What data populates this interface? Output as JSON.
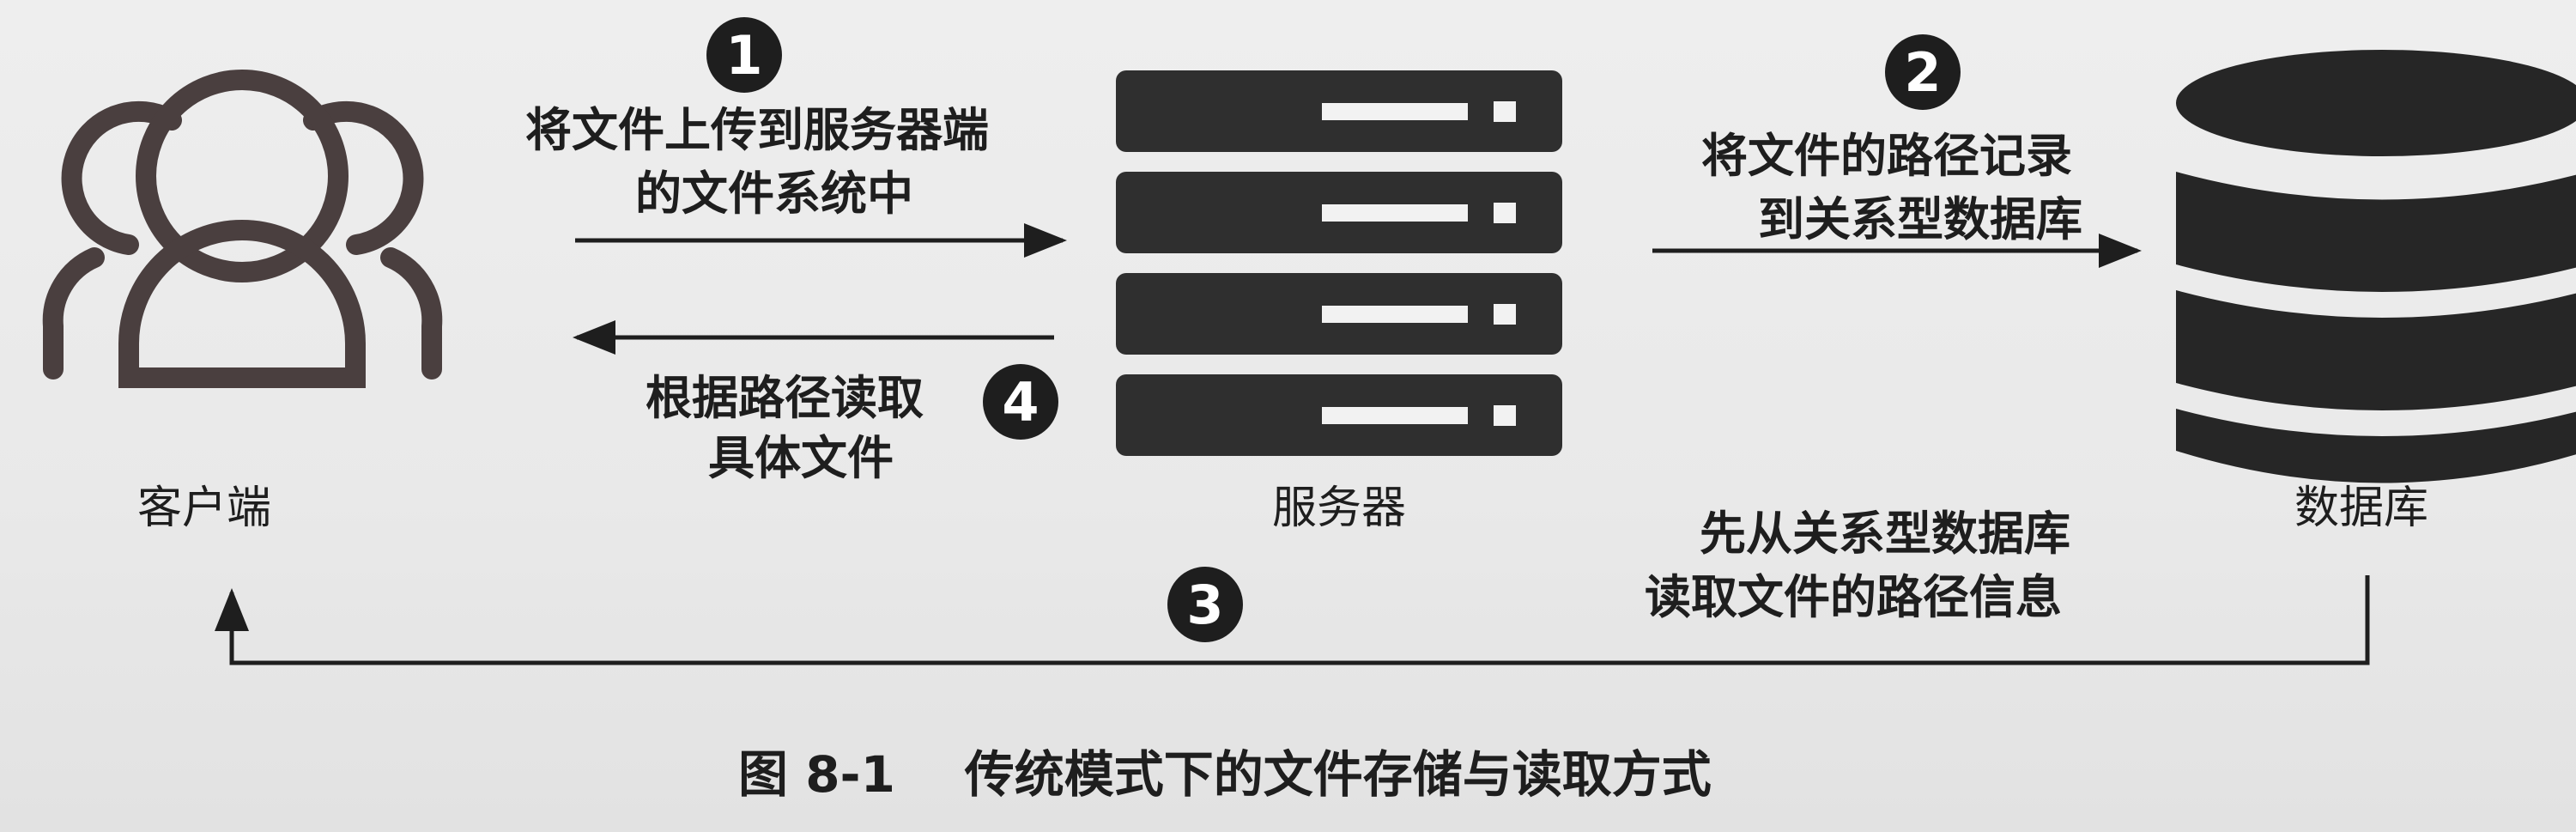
{
  "nodes": {
    "client": "客户端",
    "server": "服务器",
    "database": "数据库"
  },
  "steps": [
    {
      "number": "1",
      "text": [
        "将文件上传到服务器端",
        "的文件系统中"
      ]
    },
    {
      "number": "2",
      "text": [
        "将文件的路径记录",
        "到关系型数据库"
      ]
    },
    {
      "number": "3",
      "text": [
        "先从关系型数据库",
        "读取文件的路径信息"
      ]
    },
    {
      "number": "4",
      "text": [
        "根据路径读取",
        "具体文件"
      ]
    }
  ],
  "caption": "图 8-1    传统模式下的文件存储与读取方式",
  "icons": {
    "client": "users-icon",
    "server": "server-rack-icon",
    "database": "database-icon"
  },
  "colors": {
    "ink": "#1e1e1e",
    "background": "#ebebeb"
  }
}
